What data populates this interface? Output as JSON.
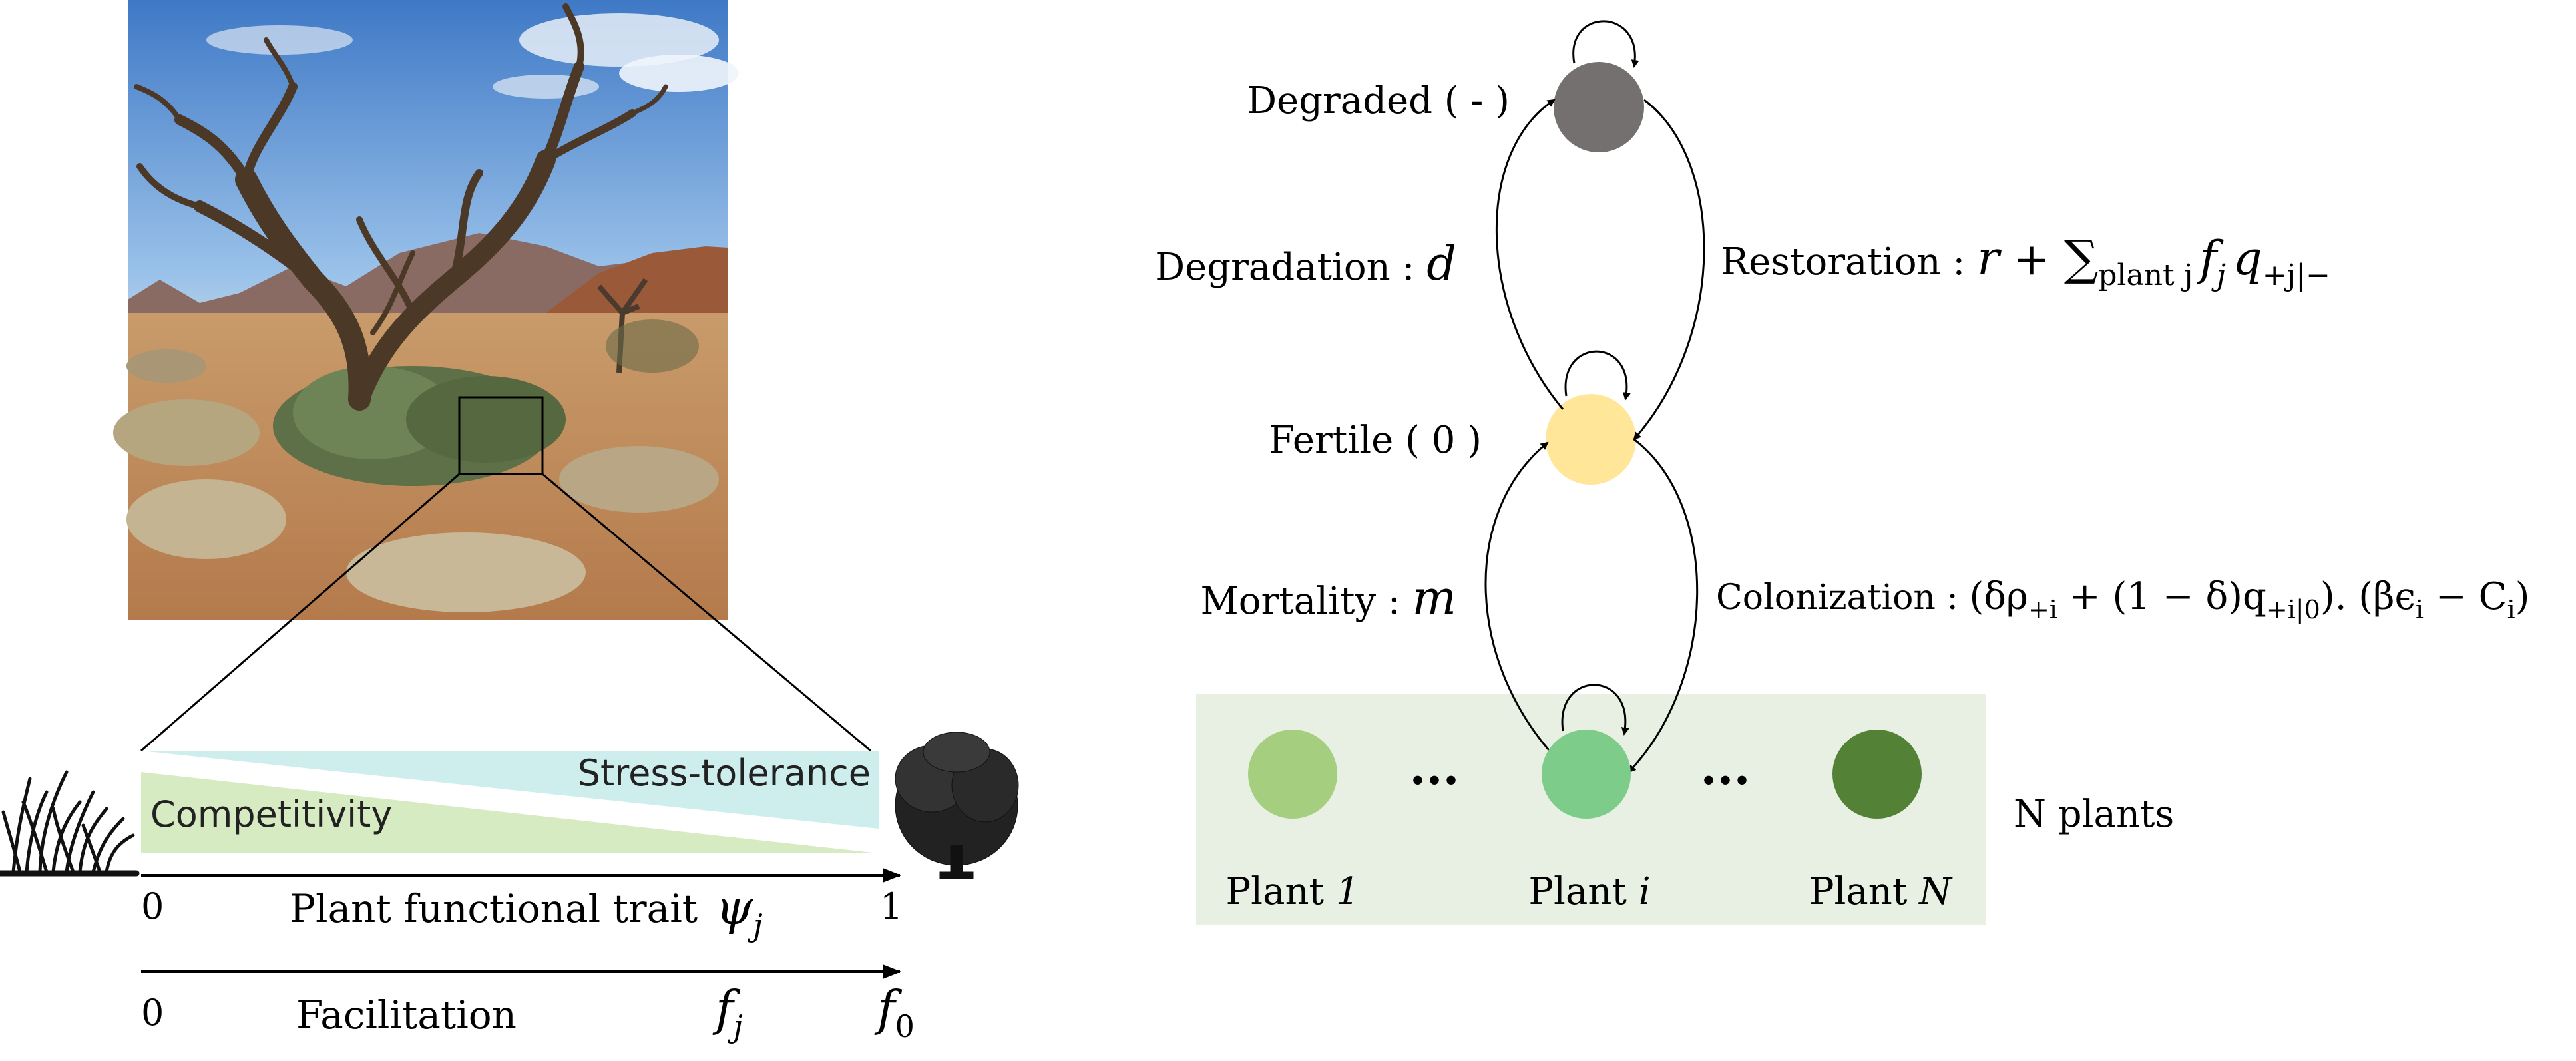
{
  "photo": {
    "description_icon": "desert-tree-photo"
  },
  "trait_panel": {
    "stress_tolerance_label": "Stress-tolerance",
    "competitivity_label": "Competitivity",
    "axis1": {
      "start": "0",
      "label": "Plant functional trait",
      "symbol": "ψ",
      "symbol_sub": "j",
      "end": "1"
    },
    "axis2": {
      "start": "0",
      "label": "Facilitation",
      "symbol": "f",
      "symbol_sub": "j",
      "end": "f",
      "end_sub": "0"
    },
    "colors": {
      "stress_tolerance": "#cdeeed",
      "competitivity": "#d6ebc2"
    }
  },
  "states": {
    "degraded": {
      "label": "Degraded ( - )",
      "color": "#757070"
    },
    "fertile": {
      "label": "Fertile ( 0 )",
      "color": "#ffe699"
    },
    "plant_i_color": "#7dcc8a"
  },
  "transitions": {
    "degradation": {
      "label": "Degradation : ",
      "symbol": "d"
    },
    "restoration": {
      "label": "Restoration : ",
      "expr_r": "r",
      "expr_plus": " + ",
      "expr_sum": "∑",
      "expr_sum_sub": "plant j",
      "expr_f": "f",
      "expr_f_sub": "j",
      "expr_q": "q",
      "expr_q_sub": "+j|−"
    },
    "mortality": {
      "label": "Mortality : ",
      "symbol": "m"
    },
    "colonization": {
      "label": "Colonization : ",
      "p1": "(δρ",
      "p1_sub": "+i",
      "p2": " + (1 − δ)q",
      "p2_sub": "+i|0",
      "p3": "). (βϵ",
      "p3_sub": "i",
      "p4": " − C",
      "p4_sub": "i",
      "p5": ")"
    }
  },
  "plants_box": {
    "color": "#e8efe3",
    "plants": [
      {
        "label": "Plant ",
        "italic": "1",
        "color": "#a5cf7f"
      },
      {
        "label": "Plant ",
        "italic": "i",
        "color": "#7dcc8a"
      },
      {
        "label": "Plant ",
        "italic": "N",
        "color": "#538135"
      }
    ],
    "ellipsis": "...",
    "n_plants_label": "N plants"
  }
}
